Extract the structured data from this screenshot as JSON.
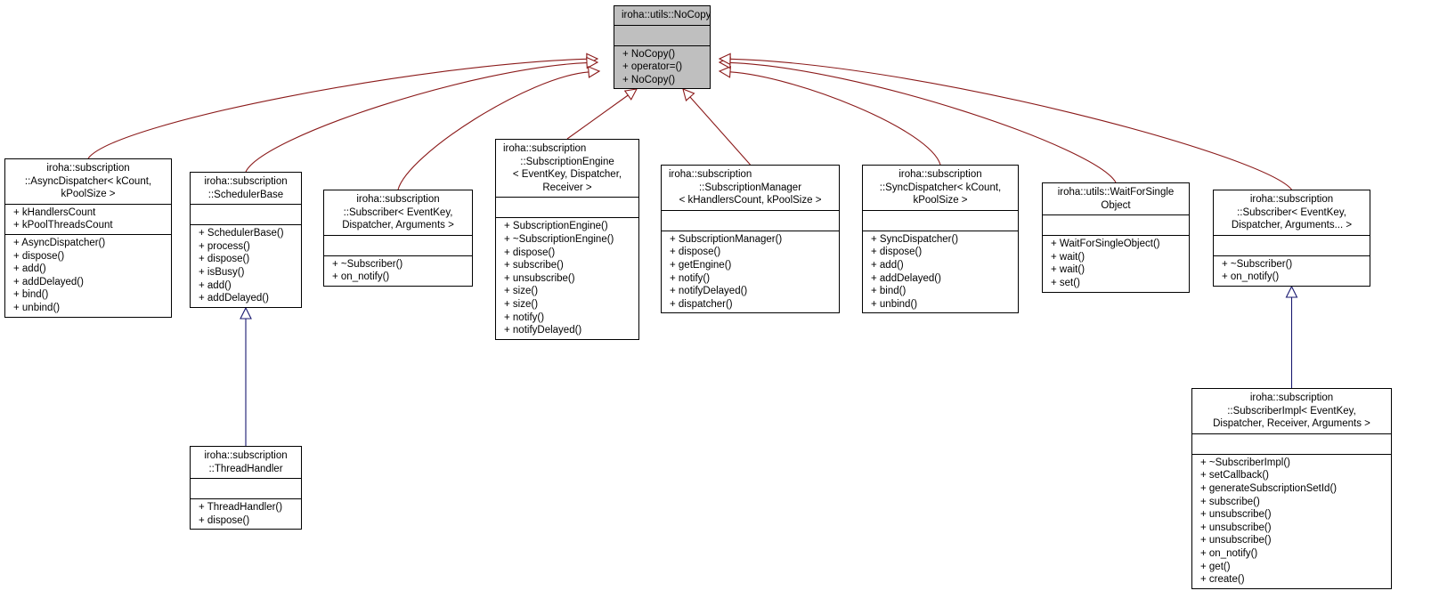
{
  "root": {
    "title": [
      "iroha::utils::NoCopy"
    ],
    "attributes": [],
    "methods": [
      "+ NoCopy()",
      "+ operator=()",
      "+ NoCopy()"
    ]
  },
  "classes": [
    {
      "id": "async-dispatcher",
      "title": [
        "iroha::subscription",
        "::AsyncDispatcher< kCount,",
        "kPoolSize >"
      ],
      "attributes": [
        "+ kHandlersCount",
        "+ kPoolThreadsCount"
      ],
      "methods": [
        "+ AsyncDispatcher()",
        "+ dispose()",
        "+ add()",
        "+ addDelayed()",
        "+ bind()",
        "+ unbind()"
      ]
    },
    {
      "id": "scheduler-base",
      "title": [
        "iroha::subscription",
        "::SchedulerBase"
      ],
      "attributes": [],
      "methods": [
        "+ SchedulerBase()",
        "+ process()",
        "+ dispose()",
        "+ isBusy()",
        "+ add()",
        "+ addDelayed()"
      ]
    },
    {
      "id": "subscriber-1",
      "title": [
        "iroha::subscription",
        "::Subscriber< EventKey,",
        "Dispatcher, Arguments >"
      ],
      "attributes": [],
      "methods": [
        "+ ~Subscriber()",
        "+ on_notify()"
      ]
    },
    {
      "id": "subscription-engine",
      "title": [
        "iroha::subscription",
        "::SubscriptionEngine",
        "< EventKey, Dispatcher,",
        "Receiver >"
      ],
      "attributes": [],
      "methods": [
        "+ SubscriptionEngine()",
        "+ ~SubscriptionEngine()",
        "+ dispose()",
        "+ subscribe()",
        "+ unsubscribe()",
        "+ size()",
        "+ size()",
        "+ notify()",
        "+ notifyDelayed()"
      ]
    },
    {
      "id": "subscription-manager",
      "title": [
        "iroha::subscription",
        "::SubscriptionManager",
        "< kHandlersCount, kPoolSize >"
      ],
      "attributes": [],
      "methods": [
        "+ SubscriptionManager()",
        "+ dispose()",
        "+ getEngine()",
        "+ notify()",
        "+ notifyDelayed()",
        "+ dispatcher()"
      ]
    },
    {
      "id": "sync-dispatcher",
      "title": [
        "iroha::subscription",
        "::SyncDispatcher< kCount,",
        "kPoolSize >"
      ],
      "attributes": [],
      "methods": [
        "+ SyncDispatcher()",
        "+ dispose()",
        "+ add()",
        "+ addDelayed()",
        "+ bind()",
        "+ unbind()"
      ]
    },
    {
      "id": "wait-for-single-object",
      "title": [
        "iroha::utils::WaitForSingle",
        "Object"
      ],
      "attributes": [],
      "methods": [
        "+ WaitForSingleObject()",
        "+ wait()",
        "+ wait()",
        "+ set()"
      ]
    },
    {
      "id": "subscriber-2",
      "title": [
        "iroha::subscription",
        "::Subscriber< EventKey,",
        "Dispatcher, Arguments... >"
      ],
      "attributes": [],
      "methods": [
        "+ ~Subscriber()",
        "+ on_notify()"
      ]
    },
    {
      "id": "thread-handler",
      "title": [
        "iroha::subscription",
        "::ThreadHandler"
      ],
      "attributes": [],
      "methods": [
        "+ ThreadHandler()",
        "+ dispose()"
      ]
    },
    {
      "id": "subscriber-impl",
      "title": [
        "iroha::subscription",
        "::SubscriberImpl< EventKey,",
        "Dispatcher, Receiver, Arguments >"
      ],
      "attributes": [],
      "methods": [
        "+ ~SubscriberImpl()",
        "+ setCallback()",
        "+ generateSubscriptionSetId()",
        "+ subscribe()",
        "+ unsubscribe()",
        "+ unsubscribe()",
        "+ unsubscribe()",
        "+ on_notify()",
        "+ get()",
        "+ create()"
      ]
    }
  ],
  "edges": [
    {
      "from": "async-dispatcher",
      "to": "root",
      "kind": "inherits-from-root"
    },
    {
      "from": "scheduler-base",
      "to": "root",
      "kind": "inherits-from-root"
    },
    {
      "from": "subscriber-1",
      "to": "root",
      "kind": "inherits-from-root"
    },
    {
      "from": "subscription-engine",
      "to": "root",
      "kind": "inherits-from-root"
    },
    {
      "from": "subscription-manager",
      "to": "root",
      "kind": "inherits-from-root"
    },
    {
      "from": "sync-dispatcher",
      "to": "root",
      "kind": "inherits-from-root"
    },
    {
      "from": "wait-for-single-object",
      "to": "root",
      "kind": "inherits-from-root"
    },
    {
      "from": "subscriber-2",
      "to": "root",
      "kind": "inherits-from-root"
    },
    {
      "from": "thread-handler",
      "to": "scheduler-base",
      "kind": "inherits"
    },
    {
      "from": "subscriber-impl",
      "to": "subscriber-2",
      "kind": "inherits"
    }
  ],
  "colors": {
    "root_fill": "#bfbfbf",
    "root_edge": "#8b1a1a",
    "sub_edge": "#191970",
    "border": "#000000",
    "background": "#ffffff"
  }
}
